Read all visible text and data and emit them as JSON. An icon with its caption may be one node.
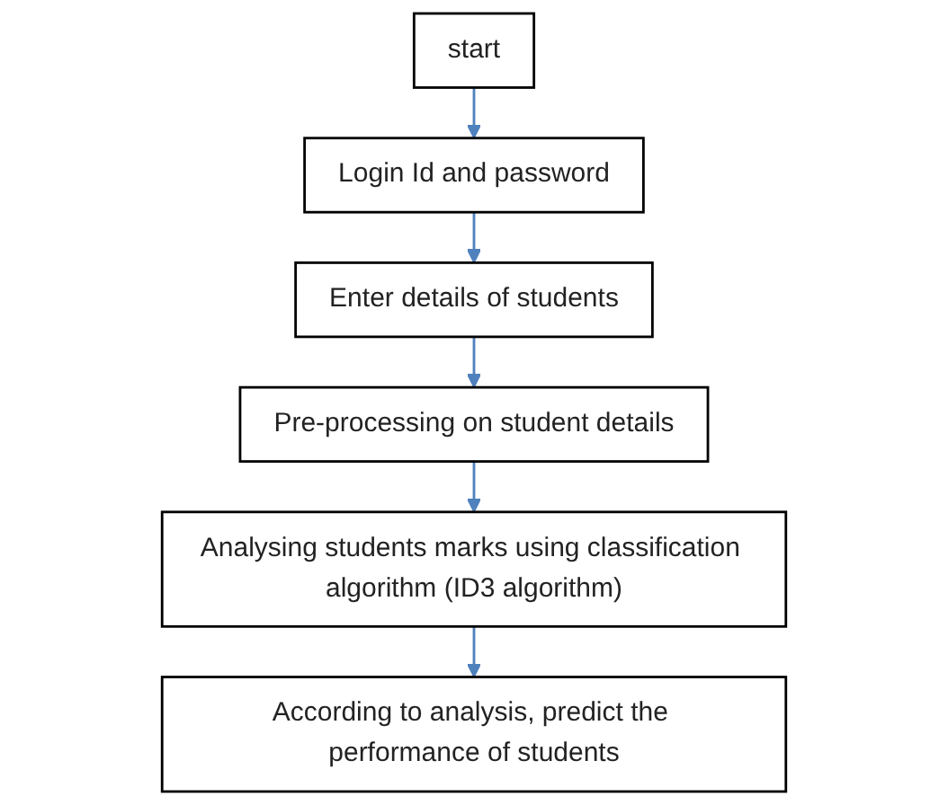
{
  "diagram": {
    "nodes": [
      {
        "text": [
          "start"
        ]
      },
      {
        "text": [
          "Login Id and password"
        ]
      },
      {
        "text": [
          "Enter details of students"
        ]
      },
      {
        "text": [
          "Pre-processing on student details"
        ]
      },
      {
        "text": [
          "Analysing students marks using classification algorithm (ID3 algorithm)"
        ]
      },
      {
        "text": [
          "According to analysis, predict the performance of students"
        ]
      }
    ],
    "edges": [
      {
        "from": 0,
        "to": 1,
        "arrow": "to"
      },
      {
        "from": 1,
        "to": 2,
        "arrow": "to"
      },
      {
        "from": 2,
        "to": 3,
        "arrow": "to"
      },
      {
        "from": 3,
        "to": 4,
        "arrow": "to"
      },
      {
        "from": 4,
        "to": 5,
        "arrow": "to"
      }
    ]
  }
}
